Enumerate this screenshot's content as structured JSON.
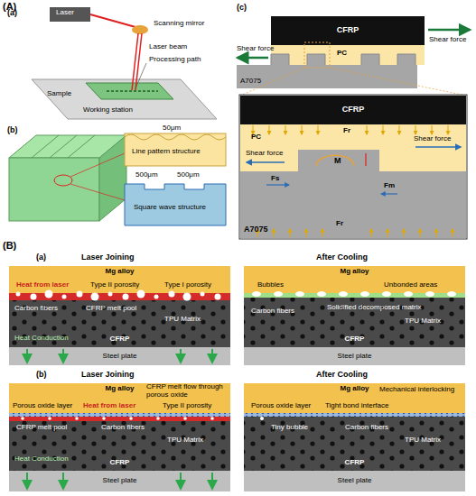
{
  "diagram": {
    "nodes": [
      {
        "text": [
          "CFRP"
        ]
      },
      {
        "text": [
          "A7075"
        ]
      },
      {
        "text": [
          "CFRP"
        ]
      },
      {
        "text": [
          "A7075"
        ]
      },
      {
        "text": [
          "Mg alloy"
        ]
      },
      {
        "text": [
          "CFRP"
        ]
      },
      {
        "text": [
          "Steel plate"
        ]
      },
      {
        "text": [
          "Mg alloy"
        ]
      },
      {
        "text": [
          "CFRP"
        ]
      },
      {
        "text": [
          "Steel plate"
        ]
      },
      {
        "text": [
          "Mg alloy"
        ]
      },
      {
        "text": [
          "CFRP"
        ]
      },
      {
        "text": [
          "Steel plate"
        ]
      },
      {
        "text": [
          "Mg alloy"
        ]
      },
      {
        "text": [
          "CFRP"
        ]
      },
      {
        "text": [
          "Steel plate"
        ]
      }
    ],
    "labels": [
      "(A)",
      "(a)",
      "Laser",
      "Scanning mirror",
      "Laser beam",
      "Processing path",
      "Sample",
      "Working station",
      "(b)",
      "50μm",
      "Line pattern structure",
      "500μm",
      "500μm",
      "Square wave structure",
      "(c)",
      "Shear force",
      "Shear force",
      "PC",
      "PC",
      "Fr",
      "Shear force",
      "Shear force",
      "Fs",
      "M",
      "Fm",
      "Fr",
      "(B)",
      "(a)",
      "Laser Joining",
      "After Cooling",
      "Heat from laser",
      "Type II porosity",
      "Type I porosity",
      "Carbon fibers",
      "CFRP melt pool",
      "TPU Matrix",
      "Heat Conduction",
      "Bubbles",
      "Unbonded areas",
      "Carbon fibers",
      "Solidified decomposed matrix",
      "TPU Matrix",
      "(b)",
      "Laser Joining",
      "After Cooling",
      "Porous oxide layer",
      "Heat from laser",
      "CFRP melt flow through porous oxide",
      "Type II porosity",
      "CFRP melt pool",
      "Carbon fibers",
      "TPU Matrix",
      "Heat Conduction",
      "Porous oxide layer",
      "Tight bond interface",
      "Mechanical interlocking",
      "Tiny bubble",
      "Carbon fibers",
      "TPU Matrix"
    ]
  }
}
